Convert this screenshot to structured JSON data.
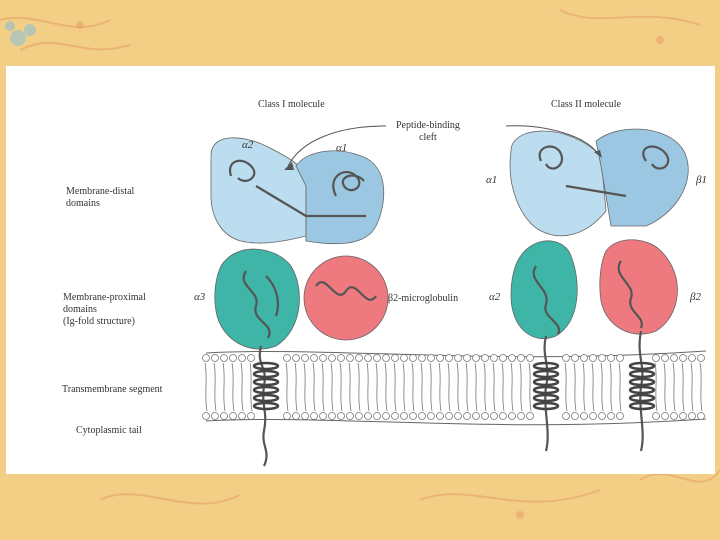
{
  "labels": {
    "class1": "Class I molecule",
    "class2": "Class II molecule",
    "peptide_cleft": "Peptide-binding\ncleft",
    "membrane_distal": "Membrane-distal\ndomains",
    "membrane_proximal": "Membrane-proximal\ndomains\n(Ig-fold structure)",
    "transmembrane": "Transmembrane segment",
    "cytoplasmic": "Cytoplasmic tail",
    "b2m": "β2-microglobulin"
  },
  "domains": {
    "c1_a1": "α1",
    "c1_a2": "α2",
    "c1_a3": "α3",
    "c2_a1": "α1",
    "c2_a2": "α2",
    "c2_b1": "β1",
    "c2_b2": "β2"
  },
  "colors": {
    "light_blue": "#bcdcef",
    "mid_blue": "#9cc7e2",
    "teal": "#3fb5a8",
    "pink": "#ee7a80",
    "background": "#f3cf86"
  }
}
